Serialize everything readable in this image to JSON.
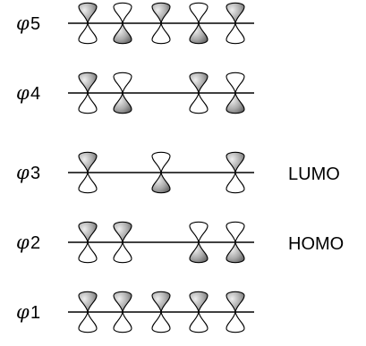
{
  "colors": {
    "filled_lobe": "#8a8a8a",
    "filled_lobe_highlight": "#eeeeee",
    "empty_lobe": "#ffffff",
    "line": "#000000"
  },
  "orbitals": [
    {
      "symbol": "φ",
      "number": "5",
      "tag": "",
      "lobes": [
        "up",
        "down",
        "up",
        "down",
        "up"
      ]
    },
    {
      "symbol": "φ",
      "number": "4",
      "tag": "",
      "lobes": [
        "up",
        "down",
        "none",
        "up",
        "down"
      ]
    },
    {
      "symbol": "φ",
      "number": "3",
      "tag": "LUMO",
      "lobes": [
        "up",
        "none",
        "down",
        "none",
        "up"
      ]
    },
    {
      "symbol": "φ",
      "number": "2",
      "tag": "HOMO",
      "lobes": [
        "up",
        "up",
        "none",
        "down",
        "down"
      ]
    },
    {
      "symbol": "φ",
      "number": "1",
      "tag": "",
      "lobes": [
        "up",
        "up",
        "up",
        "up",
        "up"
      ]
    }
  ]
}
